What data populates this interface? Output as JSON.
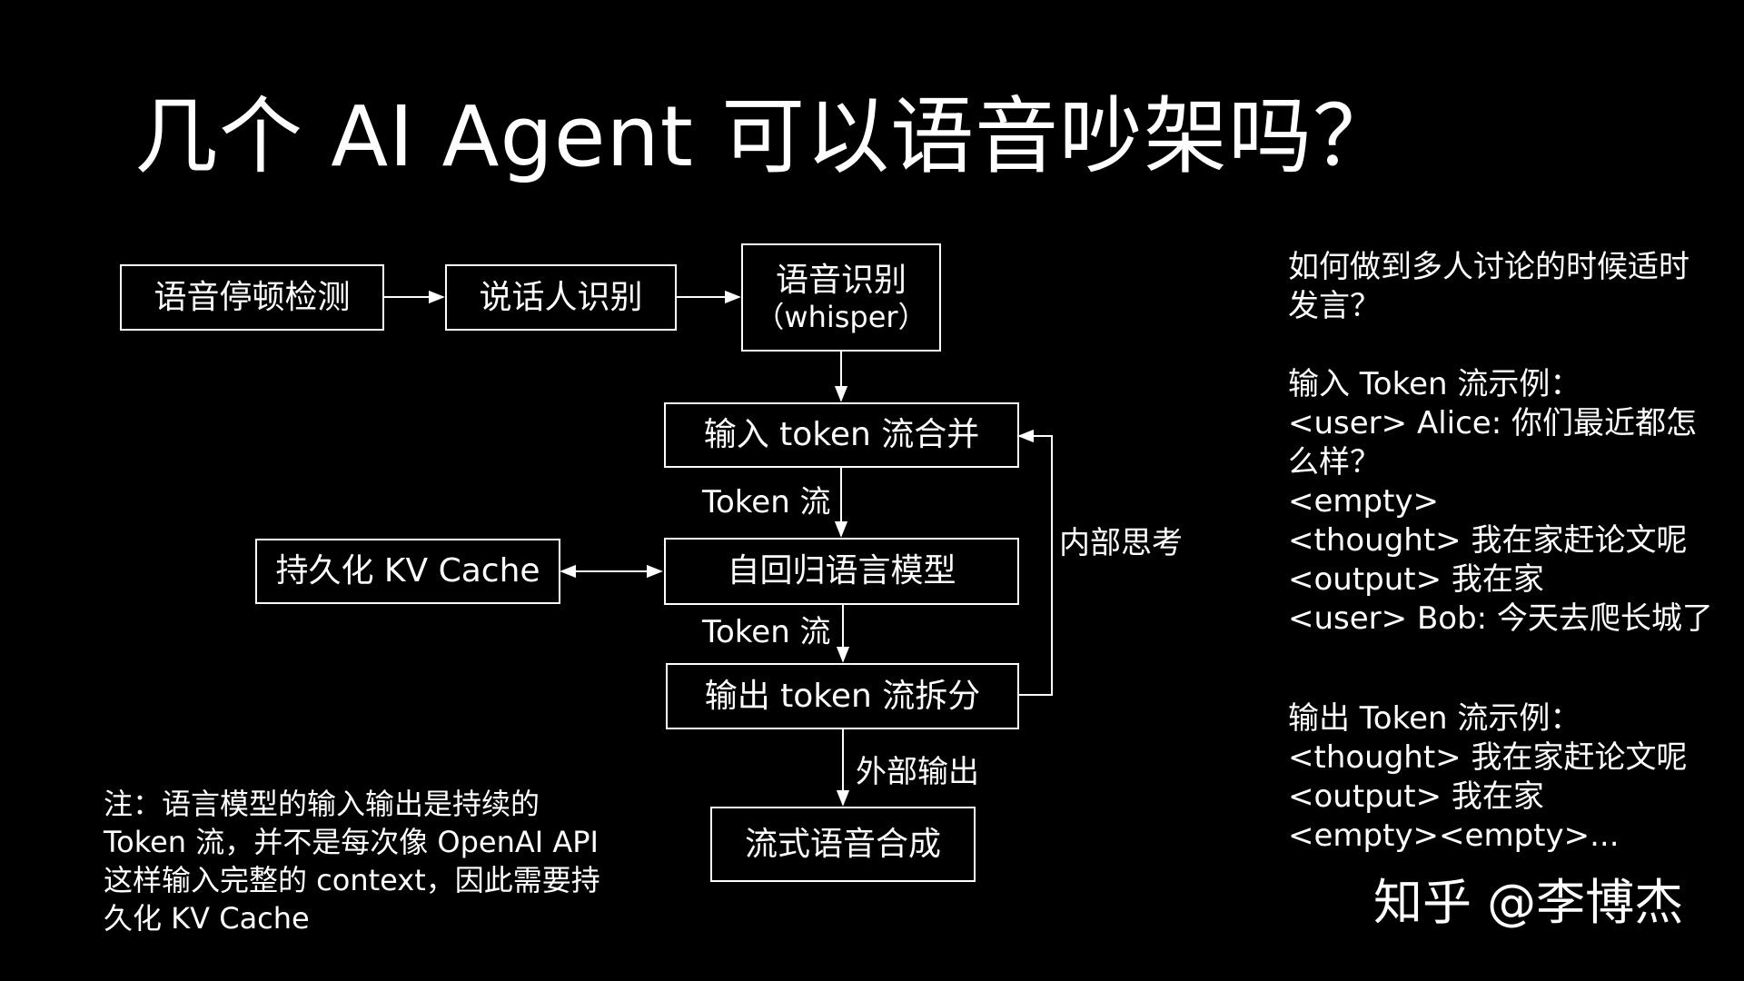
{
  "title": "几个 AI Agent 可以语音吵架吗？",
  "boxes": {
    "vad": "语音停顿检测",
    "speaker_id": "说话人识别",
    "asr": "语音识别",
    "asr_sub": "（whisper）",
    "merge": "输入 token 流合并",
    "model": "自回归语言模型",
    "split": "输出 token 流拆分",
    "kv_cache": "持久化 KV Cache",
    "tts": "流式语音合成"
  },
  "labels": {
    "token_flow_1": "Token 流",
    "token_flow_2": "Token 流",
    "internal_thinking": "内部思考",
    "external_output": "外部输出"
  },
  "note": "注：语言模型的输入输出是持续的 Token 流，并不是每次像 OpenAI API 这样输入完整的 context，因此需要持久化 KV Cache",
  "side": {
    "question": "如何做到多人讨论的时候适时发言？",
    "input_title": "输入 Token 流示例：",
    "input_lines": [
      "<user> Alice: 你们最近都怎么样？",
      "<empty>",
      "<thought> 我在家赶论文呢",
      "<output> 我在家",
      "<user> Bob: 今天去爬长城了"
    ],
    "output_title": "输出 Token 流示例：",
    "output_lines": [
      "<thought> 我在家赶论文呢",
      "<output> 我在家",
      "<empty><empty>..."
    ]
  },
  "watermark": "知乎 @李博杰"
}
